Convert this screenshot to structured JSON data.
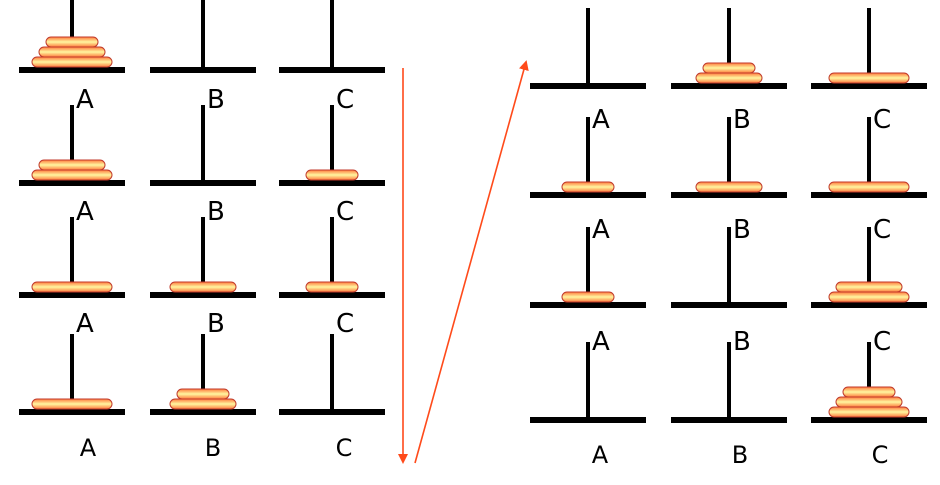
{
  "colors": {
    "pole": "#000000",
    "base": "#000000",
    "disk_stroke": "#c0392b",
    "disk_center": "#fff6a0",
    "disk_mid": "#ffd75a",
    "disk_edge": "#ff7a3c",
    "arrow": "#ff4a1a"
  },
  "peg_labels": [
    "A",
    "B",
    "C"
  ],
  "steps": [
    {
      "id": "step-1",
      "A": [
        3,
        2,
        1
      ],
      "B": [],
      "C": []
    },
    {
      "id": "step-2",
      "A": [
        3,
        2
      ],
      "B": [],
      "C": [
        1
      ]
    },
    {
      "id": "step-3",
      "A": [
        3
      ],
      "B": [
        2
      ],
      "C": [
        1
      ]
    },
    {
      "id": "step-4",
      "A": [
        3
      ],
      "B": [
        2,
        1
      ],
      "C": []
    },
    {
      "id": "step-5",
      "A": [],
      "B": [
        2,
        1
      ],
      "C": [
        3
      ]
    },
    {
      "id": "step-6",
      "A": [
        1
      ],
      "B": [
        2
      ],
      "C": [
        3
      ]
    },
    {
      "id": "step-7",
      "A": [
        1
      ],
      "B": [],
      "C": [
        3,
        2
      ]
    },
    {
      "id": "step-8",
      "A": [],
      "B": [],
      "C": [
        3,
        2,
        1
      ]
    }
  ]
}
